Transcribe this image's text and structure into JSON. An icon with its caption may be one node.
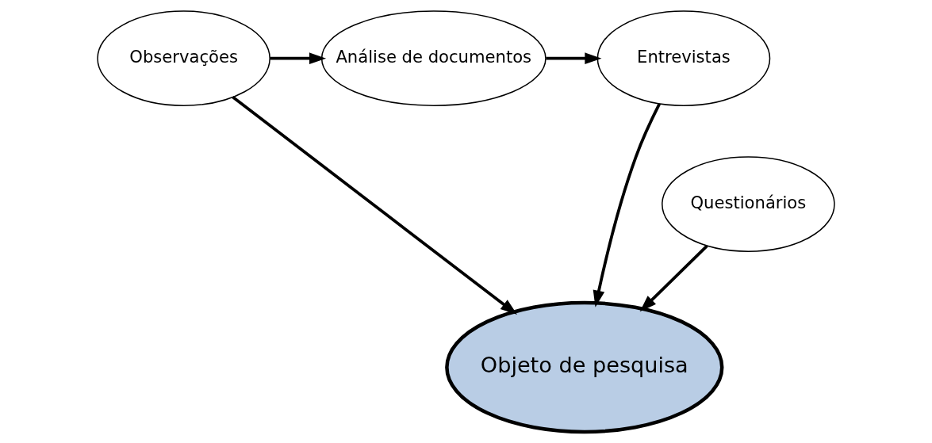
{
  "diagram": {
    "nodes": [
      {
        "text": [
          "Observações"
        ]
      },
      {
        "text": [
          "Análise de documentos"
        ]
      },
      {
        "text": [
          "Entrevistas"
        ]
      },
      {
        "text": [
          "Questionários"
        ]
      },
      {
        "text": [
          "Objeto de pesquisa"
        ]
      }
    ],
    "edges": [
      {
        "from": 0,
        "to": 1,
        "arrow": "to"
      },
      {
        "from": 1,
        "to": 2,
        "arrow": "to"
      },
      {
        "from": 0,
        "to": 4,
        "arrow": "to"
      },
      {
        "from": 2,
        "to": 4,
        "arrow": "to"
      },
      {
        "from": 3,
        "to": 4,
        "arrow": "to"
      }
    ]
  }
}
